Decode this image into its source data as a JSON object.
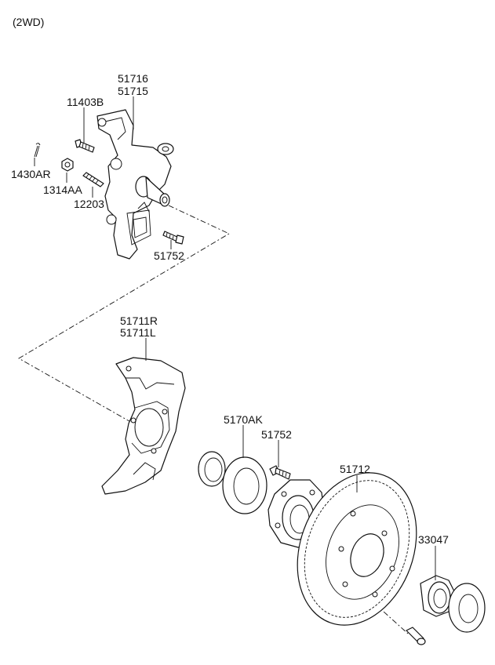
{
  "header": {
    "variant": "(2WD)"
  },
  "labels": {
    "knuckle_lh": "51716",
    "knuckle_rh": "51715",
    "knuckle_bolt": "11403B",
    "cotter_pin": "1430AR",
    "nut": "1314AA",
    "stud": "12203",
    "bolt_upper": "51752",
    "dust_cover_rh": "51711R",
    "dust_cover_lh": "51711L",
    "bearing_seal": "5170AK",
    "hub_bolt": "51752",
    "disc": "51712",
    "sensor_ring": "33047"
  }
}
